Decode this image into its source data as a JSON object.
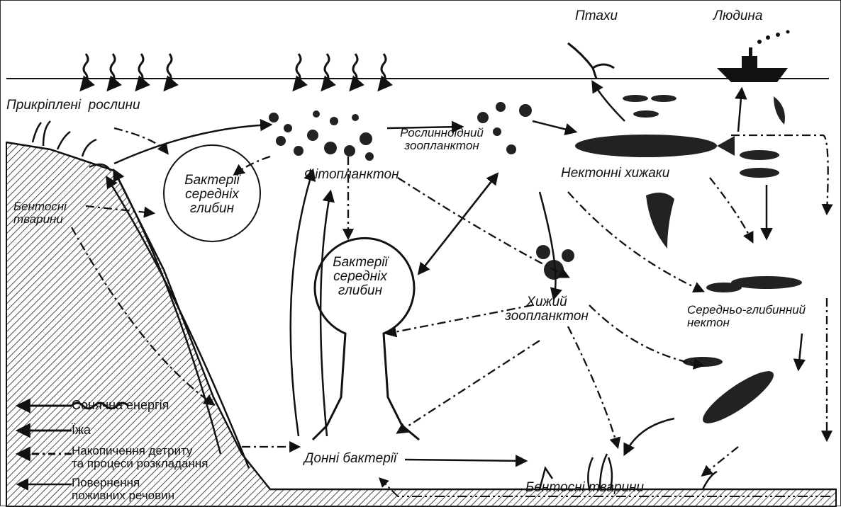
{
  "labels": {
    "birds": "Птахи",
    "human": "Людина",
    "attached_plants": "Прикріплені  рослини",
    "benthic_animals_left": "Бентосні\nтварини",
    "bacteria_mid_left": "Бактерії\nсередніх\nглибин",
    "phytoplankton": "Фітопланктон",
    "herb_zooplankton": "Рослинноїдний\nзоопланктон",
    "nekton_predators": "Нектонні хижаки",
    "bacteria_mid_center": "Бактерії\nсередніх\nглибин",
    "predatory_zooplankton": "Хижий\nзоопланктон",
    "mid_depth_nekton": "Середньо-глибинний\nнектон",
    "bottom_bacteria": "Донні бактерії",
    "benthic_animals_bottom": "Бентосні тварини"
  },
  "legend": [
    {
      "type": "solar",
      "text": "Сонячна енергія"
    },
    {
      "type": "food",
      "text": "Їжа"
    },
    {
      "type": "detritus",
      "text": "Накопичення детриту\nта процеси розкладання"
    },
    {
      "type": "nutrients",
      "text": "Повернення\nпоживних речовин"
    }
  ]
}
